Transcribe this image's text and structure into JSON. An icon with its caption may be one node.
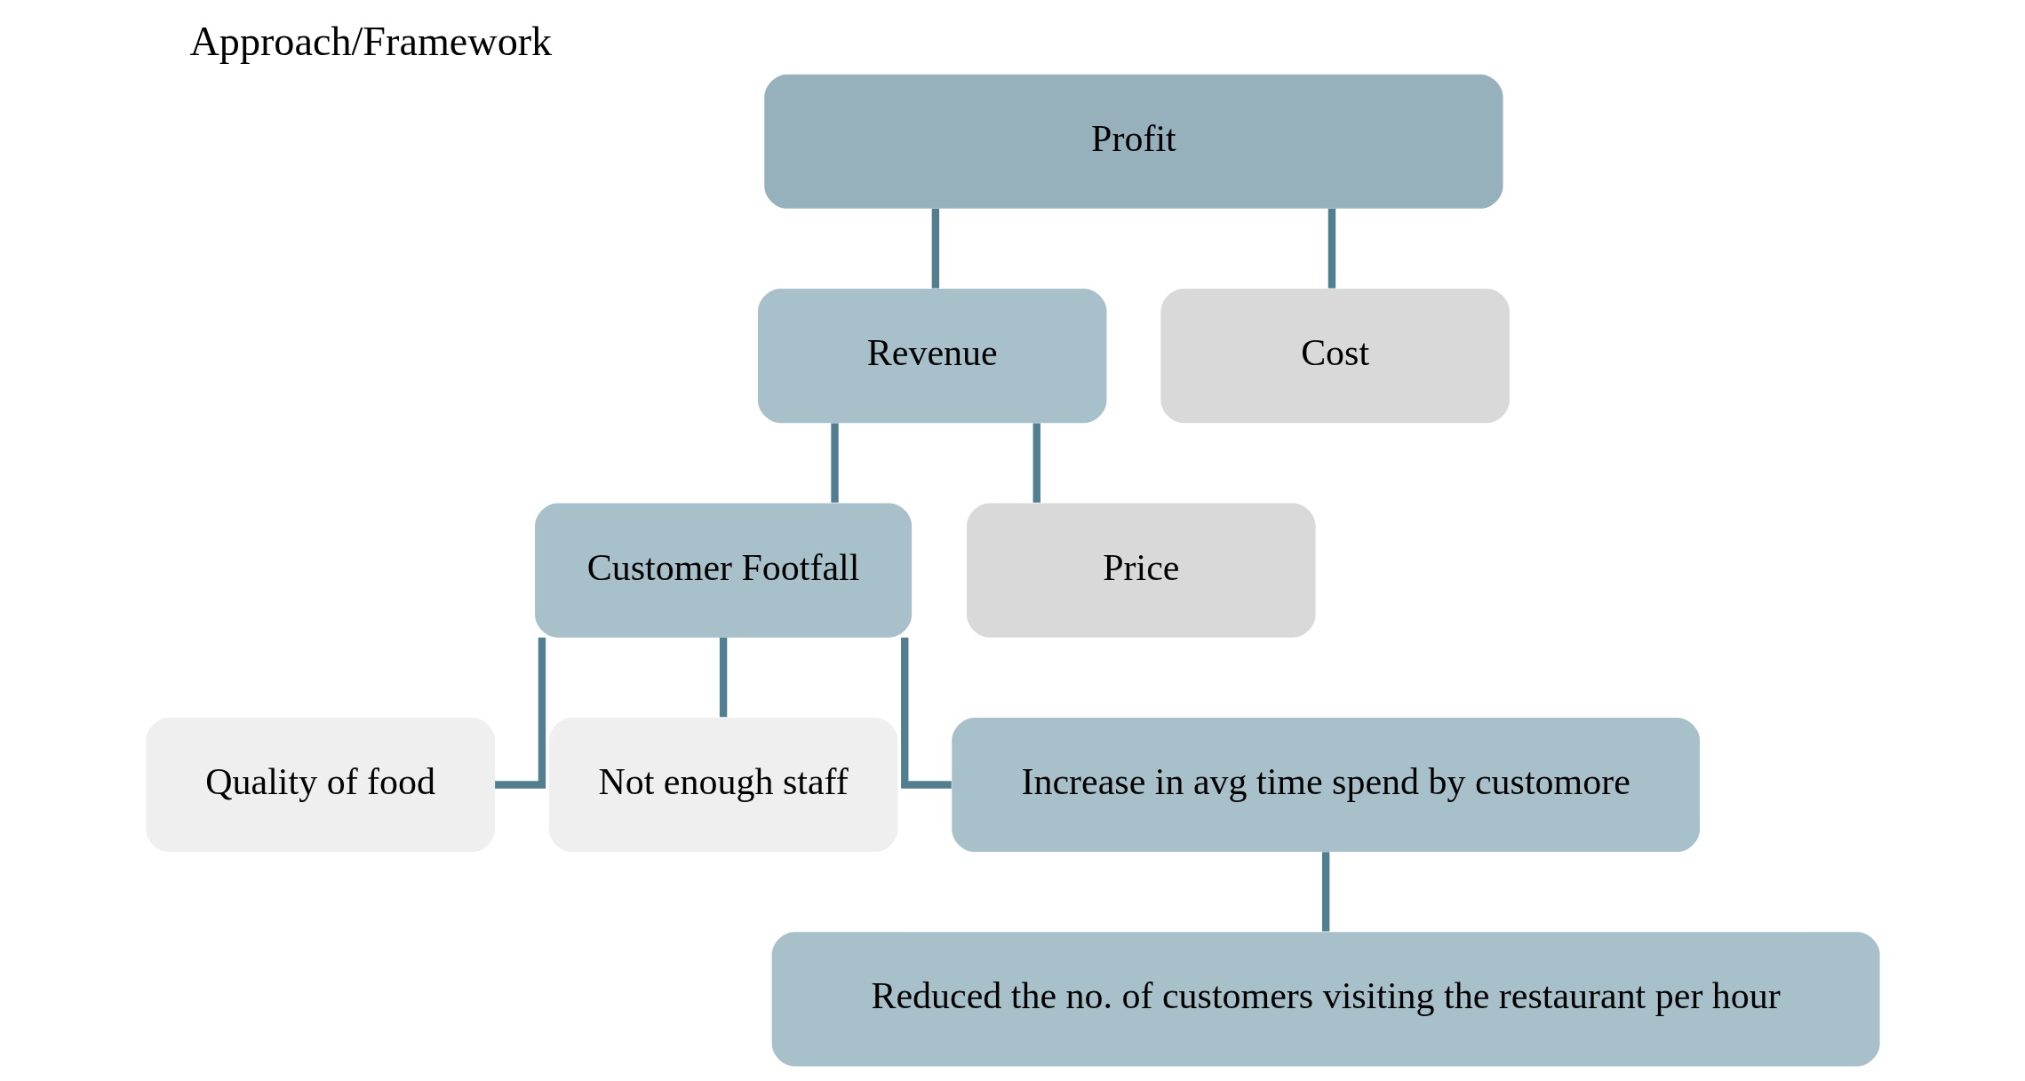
{
  "diagram": {
    "title": "Approach/Framework",
    "nodes": [
      {
        "text": [
          "Profit"
        ]
      },
      {
        "text": [
          "Revenue"
        ]
      },
      {
        "text": [
          "Cost"
        ]
      },
      {
        "text": [
          "Customer Footfall"
        ]
      },
      {
        "text": [
          "Price"
        ]
      },
      {
        "text": [
          "Quality of food"
        ]
      },
      {
        "text": [
          "Not enough staff"
        ]
      },
      {
        "text": [
          "Increase in avg time spend by customore"
        ]
      },
      {
        "text": [
          "Reduced the no. of customers visiting the restaurant per hour"
        ]
      }
    ],
    "edges": [
      {
        "from": 0,
        "to": 1,
        "arrow": "none"
      },
      {
        "from": 0,
        "to": 2,
        "arrow": "none"
      },
      {
        "from": 1,
        "to": 3,
        "arrow": "none"
      },
      {
        "from": 1,
        "to": 4,
        "arrow": "none"
      },
      {
        "from": 3,
        "to": 5,
        "arrow": "none"
      },
      {
        "from": 3,
        "to": 6,
        "arrow": "none"
      },
      {
        "from": 3,
        "to": 7,
        "arrow": "none"
      },
      {
        "from": 7,
        "to": 8,
        "arrow": "none"
      }
    ]
  }
}
